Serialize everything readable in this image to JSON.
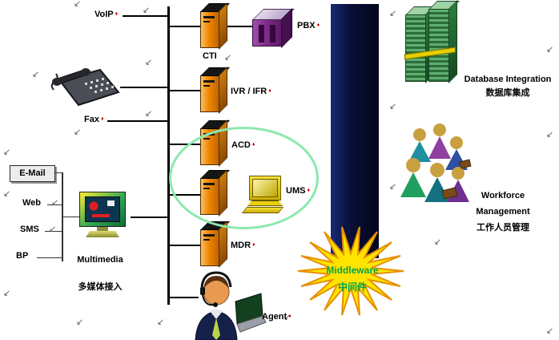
{
  "glyphs": {
    "return_arrow": "↙",
    "diamond": "♦"
  },
  "colors": {
    "server-orange": "#ef8600",
    "server-orange-dark": "#8a4a00",
    "pbx-purple": "#7c2c86",
    "navy-bar": "#0a1038",
    "highlight-ellipse": "#8ce8ae",
    "star-yellow": "#ffe400",
    "star-outline": "#e89000",
    "middleware-green": "#00a651",
    "rack-green": "#2c6c3c",
    "band-yellow": "#e6cf00",
    "diamond-red": "#cc0000"
  },
  "channels": {
    "voip": "VoIP",
    "fax": "Fax",
    "email": "E-Mail",
    "web": "Web",
    "sms": "SMS",
    "bp": "BP"
  },
  "multimedia": {
    "label": "Multimedia",
    "label_cn": "多媒体接入"
  },
  "servers": {
    "cti": "CTI",
    "pbx": "PBX",
    "ivr": "IVR / IFR",
    "acd": "ACD",
    "ums": "UMS",
    "mdr": "MDR",
    "agent": "Agent"
  },
  "middleware": {
    "label": "Middleware",
    "label_cn": "中间件"
  },
  "database": {
    "label": "Database Integration",
    "label_cn": "数据库集成"
  },
  "workforce": {
    "line1": "Workforce",
    "line2": "Management",
    "label_cn": "工作人员管理"
  }
}
